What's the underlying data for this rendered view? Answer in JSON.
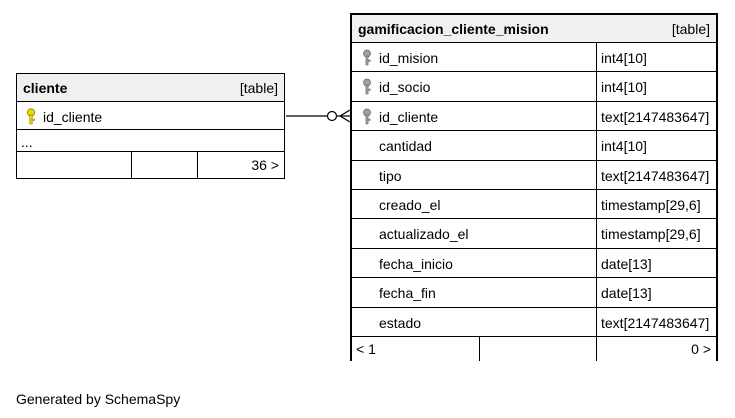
{
  "cliente_table": {
    "name": "cliente",
    "kind": "[table]",
    "columns": [
      {
        "name": "id_cliente",
        "key": "primary"
      }
    ],
    "more": "...",
    "footer": {
      "left": "",
      "middle": "",
      "right": "36 >"
    }
  },
  "mision_table": {
    "name": "gamificacion_cliente_mision",
    "kind": "[table]",
    "columns": [
      {
        "name": "id_mision",
        "type": "int4[10]",
        "key": "foreign"
      },
      {
        "name": "id_socio",
        "type": "int4[10]",
        "key": "foreign"
      },
      {
        "name": "id_cliente",
        "type": "text[2147483647]",
        "key": "foreign"
      },
      {
        "name": "cantidad",
        "type": "int4[10]",
        "key": ""
      },
      {
        "name": "tipo",
        "type": "text[2147483647]",
        "key": ""
      },
      {
        "name": "creado_el",
        "type": "timestamp[29,6]",
        "key": ""
      },
      {
        "name": "actualizado_el",
        "type": "timestamp[29,6]",
        "key": ""
      },
      {
        "name": "fecha_inicio",
        "type": "date[13]",
        "key": ""
      },
      {
        "name": "fecha_fin",
        "type": "date[13]",
        "key": ""
      },
      {
        "name": "estado",
        "type": "text[2147483647]",
        "key": ""
      }
    ],
    "footer": {
      "left": "< 1",
      "middle": "",
      "right": "0 >"
    }
  },
  "relationship": {
    "from": "cliente.id_cliente",
    "to": "gamificacion_cliente_mision.id_cliente",
    "cardinality": "one-to-zero-or-many"
  },
  "credit": "Generated by SchemaSpy",
  "colors": {
    "header_bg": "#f0f0f0",
    "primary_key": "#e8d800",
    "foreign_key": "#a0a0a0",
    "border": "#000000"
  }
}
